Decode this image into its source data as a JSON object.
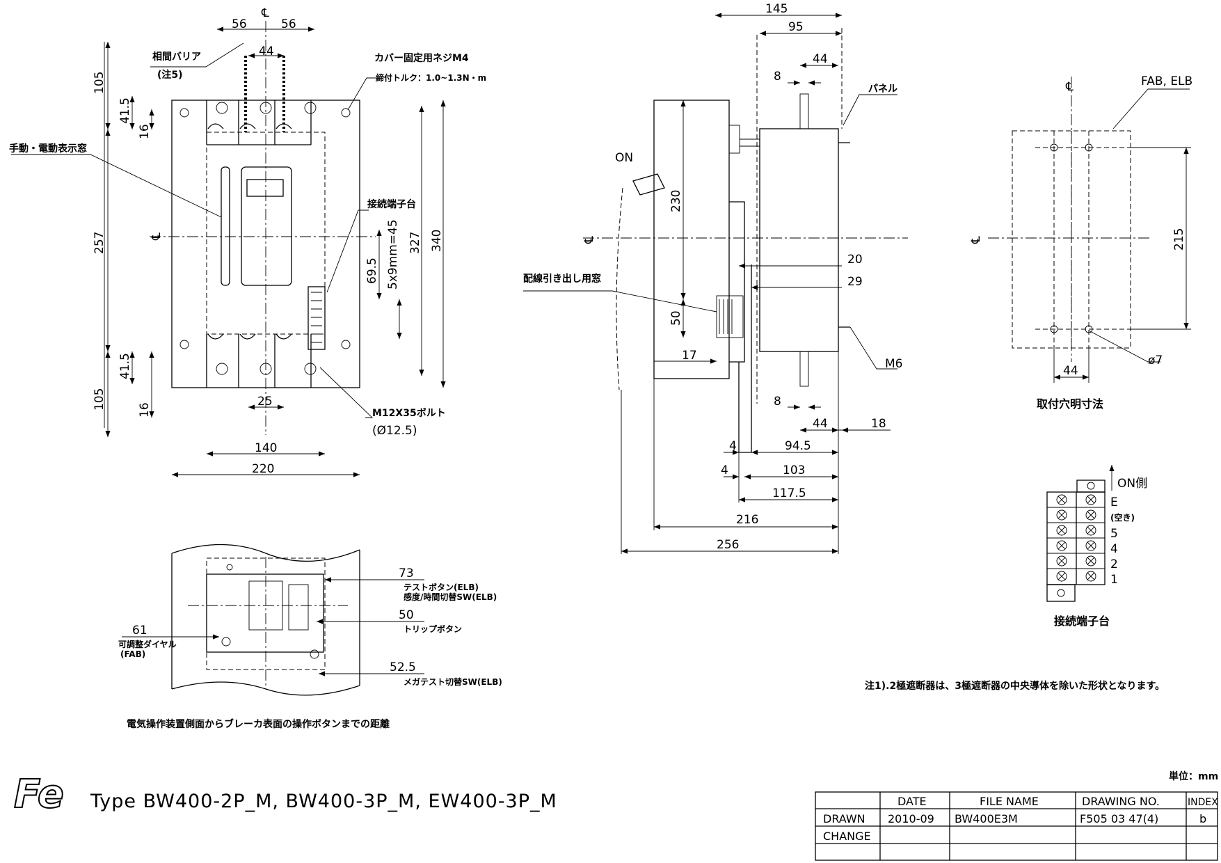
{
  "title": "Type BW400-2P_M, BW400-3P_M, EW400-3P_M",
  "logo_text": "Fe",
  "unit_label": "単位：mm",
  "centerline_symbol": "℄",
  "front_view": {
    "dims": {
      "pole_pitch_left": "56",
      "pole_pitch_right": "56",
      "barrier_gap": "44",
      "top_105": "105",
      "top_41_5": "41.5",
      "top_16": "16",
      "body_257": "257",
      "right_327": "327",
      "right_340": "340",
      "term_69_5": "69.5",
      "term_5x9": "5x9mm=45",
      "bot_105": "105",
      "bot_41_5": "41.5",
      "bot_16": "16",
      "bot_25": "25",
      "width_140": "140",
      "width_220": "220"
    },
    "labels": {
      "phase_barrier": "相間バリア",
      "note5": "(注5)",
      "cover_screw": "カバー固定用ネジM4",
      "torque": "締付トルク：1.0~1.3N・m",
      "indicator_window": "手動・電動表示窓",
      "terminal_block": "接続端子台",
      "bolt": "M12X35ボルト",
      "bolt_dia": "(Ø12.5)"
    }
  },
  "side_view": {
    "dims": {
      "d145": "145",
      "d95": "95",
      "d44_top": "44",
      "d8_top": "8",
      "d230": "230",
      "d20": "20",
      "d29": "29",
      "d50": "50",
      "d17": "17",
      "d8_bot": "8",
      "d44_bot": "44",
      "d18": "18",
      "d4_a": "4",
      "d94_5": "94.5",
      "d4_b": "4",
      "d103": "103",
      "d117_5": "117.5",
      "d216": "216",
      "d256": "256"
    },
    "labels": {
      "on": "ON",
      "panel": "パネル",
      "wiring_window": "配線引き出し用窓",
      "m6": "M6"
    }
  },
  "mounting_view": {
    "dims": {
      "d215": "215",
      "d44": "44",
      "d7": "ø7"
    },
    "labels": {
      "fab_elb": "FAB, ELB",
      "caption": "取付穴明寸法"
    }
  },
  "terminal_view": {
    "labels": {
      "on_side": "ON側",
      "caption": "接続端子台"
    },
    "rows": [
      "E",
      "(空き)",
      "5",
      "4",
      "2",
      "1"
    ]
  },
  "operation_view": {
    "dims": {
      "d73": "73",
      "d50": "50",
      "d61": "61",
      "d52_5": "52.5"
    },
    "labels": {
      "test_button": "テストボタン(ELB)",
      "sens_switch": "感度/時間切替SW(ELB)",
      "trip_button": "トリップボタン",
      "adjust_dial": "可調整ダイヤル",
      "fab": "(FAB)",
      "mega_test": "メガテスト切替SW(ELB)",
      "caption": "電気操作装置側面からブレーカ表面の操作ボタンまでの距離"
    }
  },
  "note": "注1).2極遮断器は、3極遮断器の中央導体を除いた形状となります。",
  "title_block": {
    "headers": [
      "",
      "DATE",
      "FILE NAME",
      "DRAWING NO.",
      "INDEX"
    ],
    "rows": [
      [
        "DRAWN",
        "2010-09",
        "BW400E3M",
        "F505 03 47(4)",
        "b"
      ],
      [
        "CHANGE",
        "",
        "",
        "",
        ""
      ],
      [
        "",
        "",
        "",
        "",
        ""
      ]
    ]
  }
}
